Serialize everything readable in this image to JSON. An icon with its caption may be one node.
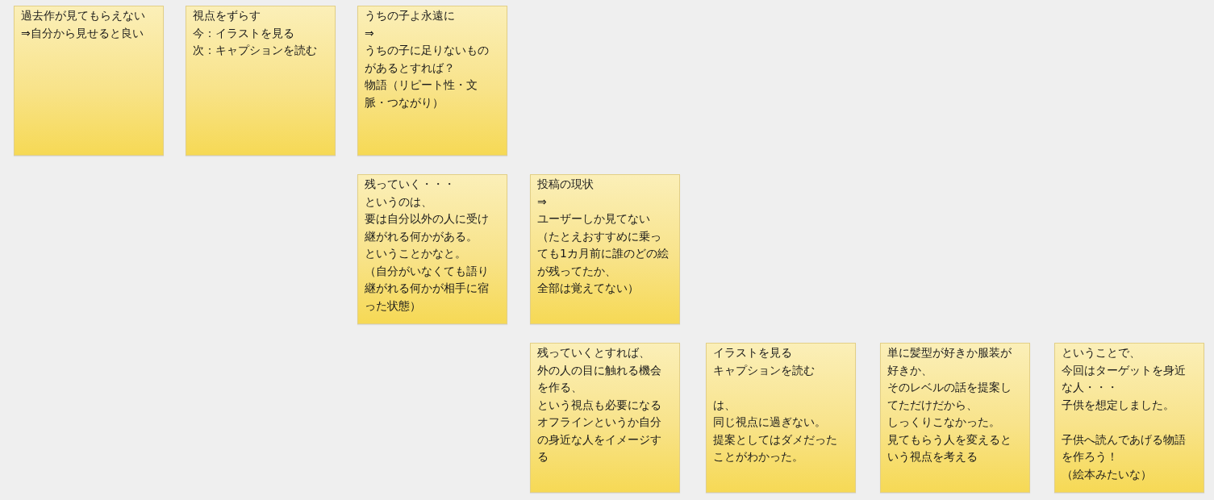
{
  "diagram": {
    "nodes": [
      {
        "text": [
          "過去作が見てもらえない",
          "⇒自分から見せると良い"
        ]
      },
      {
        "text": [
          "視点をずらす",
          "今：イラストを見る",
          "次：キャプションを読む"
        ]
      },
      {
        "text": [
          "うちの子よ永遠に",
          "⇒",
          "うちの子に足りないものがあるとすれば？",
          "物語（リピート性・文脈・つながり）"
        ]
      },
      {
        "text": [
          "残っていく・・・",
          "というのは、",
          "要は自分以外の人に受け継がれる何かがある。",
          "ということかなと。",
          "（自分がいなくても語り継がれる何かが相手に宿った状態）"
        ]
      },
      {
        "text": [
          "投稿の現状",
          "⇒",
          "ユーザーしか見てない",
          "（たとえおすすめに乗っても1カ月前に誰のどの絵が残ってたか、",
          "全部は覚えてない）"
        ]
      },
      {
        "text": [
          "残っていくとすれば、",
          "外の人の目に触れる機会を作る、",
          "という視点も必要になる",
          "オフラインというか自分の身近な人をイメージする"
        ]
      },
      {
        "text": [
          "イラストを見る",
          "キャプションを読む",
          "は、",
          "同じ視点に過ぎない。",
          "提案としてはダメだったことがわかった。"
        ]
      },
      {
        "text": [
          "単に髪型が好きか服装が好きか、",
          "そのレベルの話を提案してただけだから、",
          "しっくりこなかった。",
          "見てもらう人を変えるという視点を考える"
        ]
      },
      {
        "text": [
          "ということで、",
          "今回はターゲットを身近な人・・・",
          "子供を想定しました。",
          "子供へ読んであげる物語を作ろう！",
          "（絵本みたいな）"
        ]
      }
    ]
  }
}
